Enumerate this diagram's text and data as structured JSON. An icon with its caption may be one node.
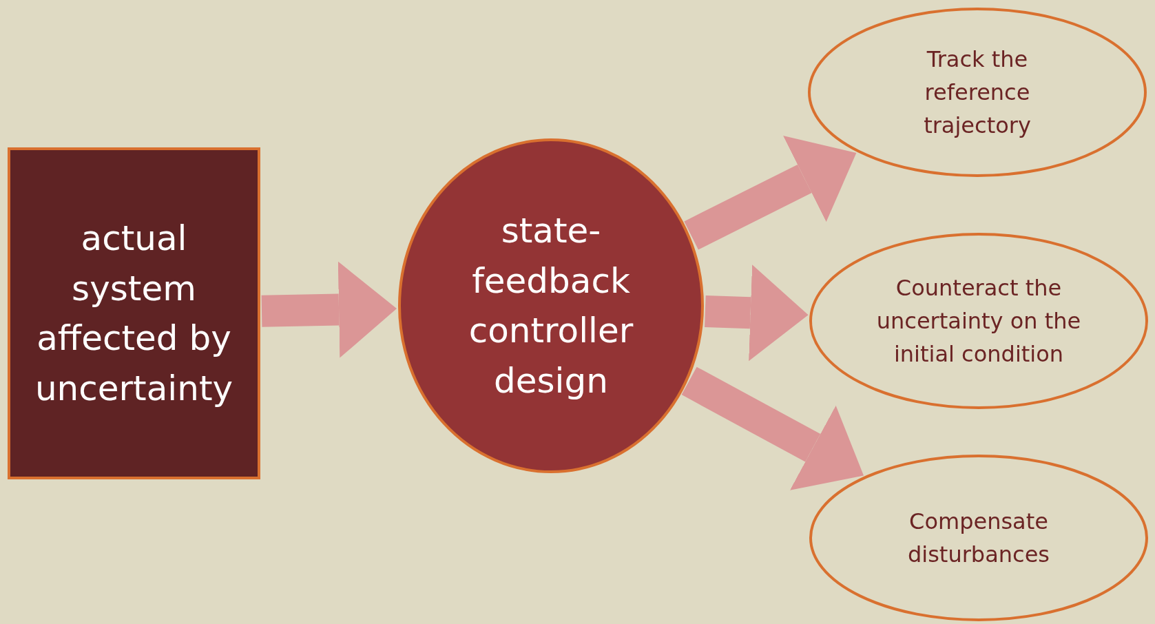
{
  "diagram": {
    "nodes": [
      {
        "text": [
          "actual system affected by uncertainty"
        ]
      },
      {
        "text": [
          "state-feedback controller design"
        ]
      },
      {
        "text": [
          "Track the reference trajectory"
        ]
      },
      {
        "text": [
          "Counteract the uncertainty on the initial condition"
        ]
      },
      {
        "text": [
          "Compensate disturbances"
        ]
      }
    ],
    "edges": [
      {
        "from": 0,
        "to": 1,
        "arrow": "to"
      },
      {
        "from": 1,
        "to": 2,
        "arrow": "to"
      },
      {
        "from": 1,
        "to": 3,
        "arrow": "to"
      },
      {
        "from": 1,
        "to": 4,
        "arrow": "to"
      }
    ]
  }
}
